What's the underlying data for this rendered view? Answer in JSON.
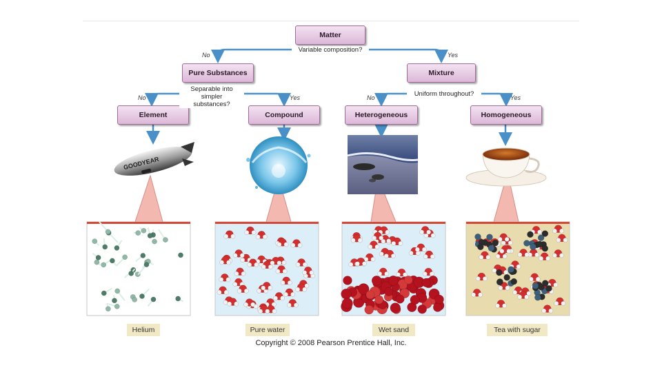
{
  "nodes": {
    "matter": "Matter",
    "pure_substances": "Pure Substances",
    "mixture": "Mixture",
    "element": "Element",
    "compound": "Compound",
    "heterogeneous": "Heterogeneous",
    "homogeneous": "Homogeneous"
  },
  "questions": {
    "variable_composition": "Variable composition?",
    "separable_line1": "Separable into simpler",
    "separable_line2": "substances?",
    "uniform": "Uniform throughout?"
  },
  "branches": {
    "no": "No",
    "yes": "Yes"
  },
  "photos": {
    "blimp_text": "GOODYEAR"
  },
  "captions": {
    "helium": "Helium",
    "pure_water": "Pure water",
    "wet_sand": "Wet sand",
    "tea_with_sugar": "Tea with sugar"
  },
  "copyright": "Copyright © 2008 Pearson Prentice Hall, Inc.",
  "colors": {
    "node_fill": "#dcb7d8",
    "node_border": "#9c6b98",
    "arrow": "#4a90c8",
    "caption_fill": "#f1e8c6",
    "callout": "#f3b8b0"
  }
}
